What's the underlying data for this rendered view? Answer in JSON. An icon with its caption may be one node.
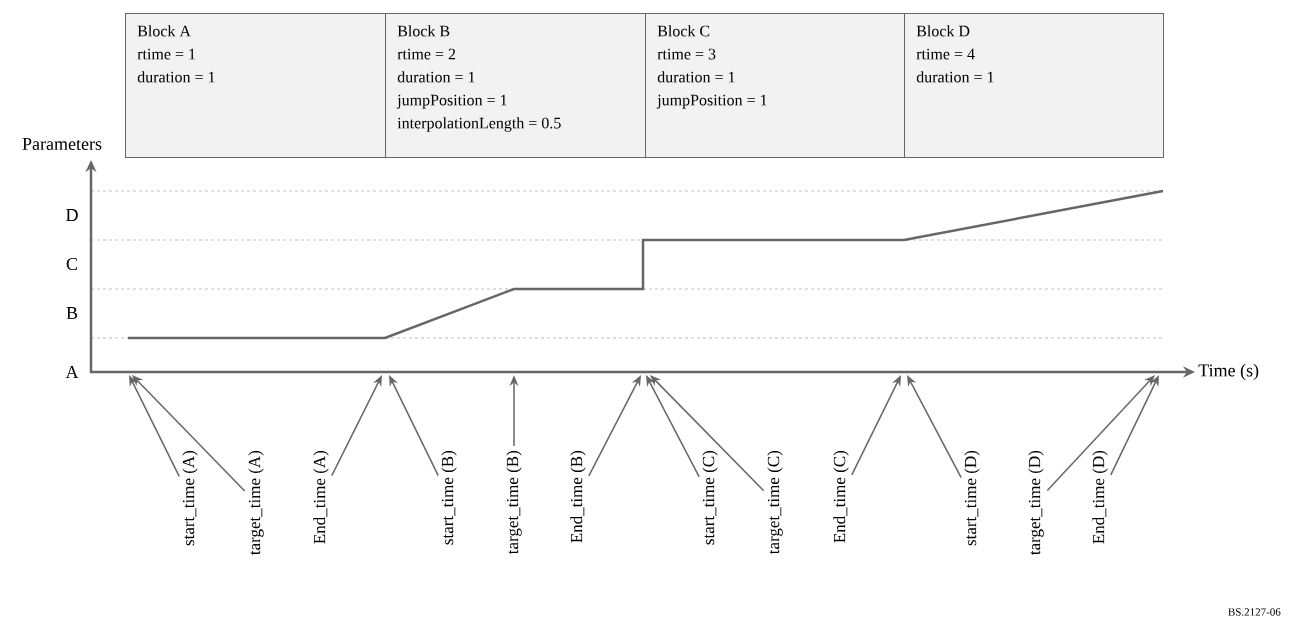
{
  "diagram": {
    "nodes": [
      {
        "text": [
          "Block A",
          "rtime = 1",
          "duration = 1"
        ]
      },
      {
        "text": [
          "Block B",
          "rtime = 2",
          "duration = 1",
          "jumpPosition = 1",
          "interpolationLength = 0.5"
        ]
      },
      {
        "text": [
          "Block C",
          "rtime = 3",
          "duration = 1",
          "jumpPosition = 1"
        ]
      },
      {
        "text": [
          "Block D",
          "rtime = 4",
          "duration = 1"
        ]
      },
      {
        "text": [
          "start_time (A)"
        ]
      },
      {
        "text": [
          "target_time (A)"
        ]
      },
      {
        "text": [
          "End_time (A)"
        ]
      },
      {
        "text": [
          "start_time (B)"
        ]
      },
      {
        "text": [
          "target_time (B)"
        ]
      },
      {
        "text": [
          "End_time (B)"
        ]
      },
      {
        "text": [
          "start_time (C)"
        ]
      },
      {
        "text": [
          "target_time (C)"
        ]
      },
      {
        "text": [
          "End_time (C)"
        ]
      },
      {
        "text": [
          "start_time (D)"
        ]
      },
      {
        "text": [
          "target_time (D)"
        ]
      },
      {
        "text": [
          "End_time (D)"
        ]
      }
    ],
    "edges": [
      {
        "from": 4,
        "to": null,
        "arrow": "to"
      },
      {
        "from": 5,
        "to": null,
        "arrow": "to"
      },
      {
        "from": 6,
        "to": null,
        "arrow": "to"
      },
      {
        "from": 7,
        "to": null,
        "arrow": "to"
      },
      {
        "from": 8,
        "to": null,
        "arrow": "to"
      },
      {
        "from": 9,
        "to": null,
        "arrow": "to"
      },
      {
        "from": 10,
        "to": null,
        "arrow": "to"
      },
      {
        "from": 11,
        "to": null,
        "arrow": "to"
      },
      {
        "from": 12,
        "to": null,
        "arrow": "to"
      },
      {
        "from": 13,
        "to": null,
        "arrow": "to"
      },
      {
        "from": 14,
        "to": null,
        "arrow": "to"
      },
      {
        "from": 15,
        "to": null,
        "arrow": "to"
      }
    ],
    "labels": [
      "Parameters",
      "D",
      "C",
      "B",
      "A",
      "Time (s)",
      "BS.2127-06"
    ]
  }
}
